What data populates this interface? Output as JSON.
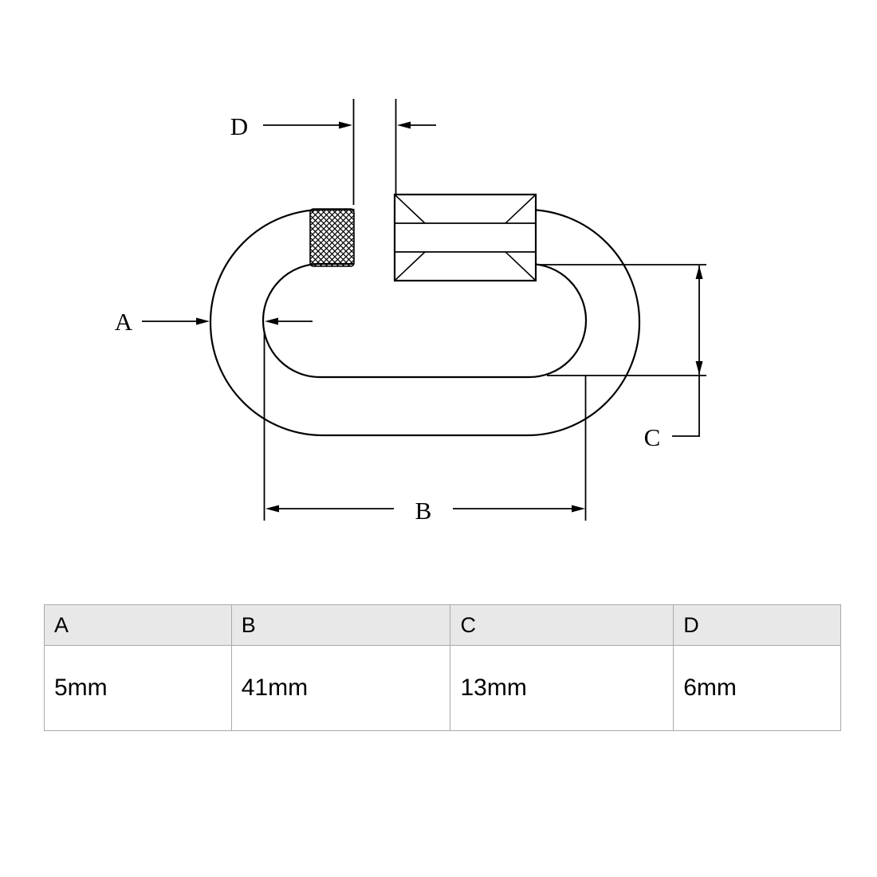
{
  "diagram": {
    "labels": {
      "a": "A",
      "b": "B",
      "c": "C",
      "d": "D"
    }
  },
  "table": {
    "headers": [
      "A",
      "B",
      "C",
      "D"
    ],
    "values": [
      "5mm",
      "41mm",
      "13mm",
      "6mm"
    ]
  },
  "colors": {
    "line": "#000000",
    "table_header_bg": "#e8e8e8",
    "table_border": "#a9a9a9"
  }
}
